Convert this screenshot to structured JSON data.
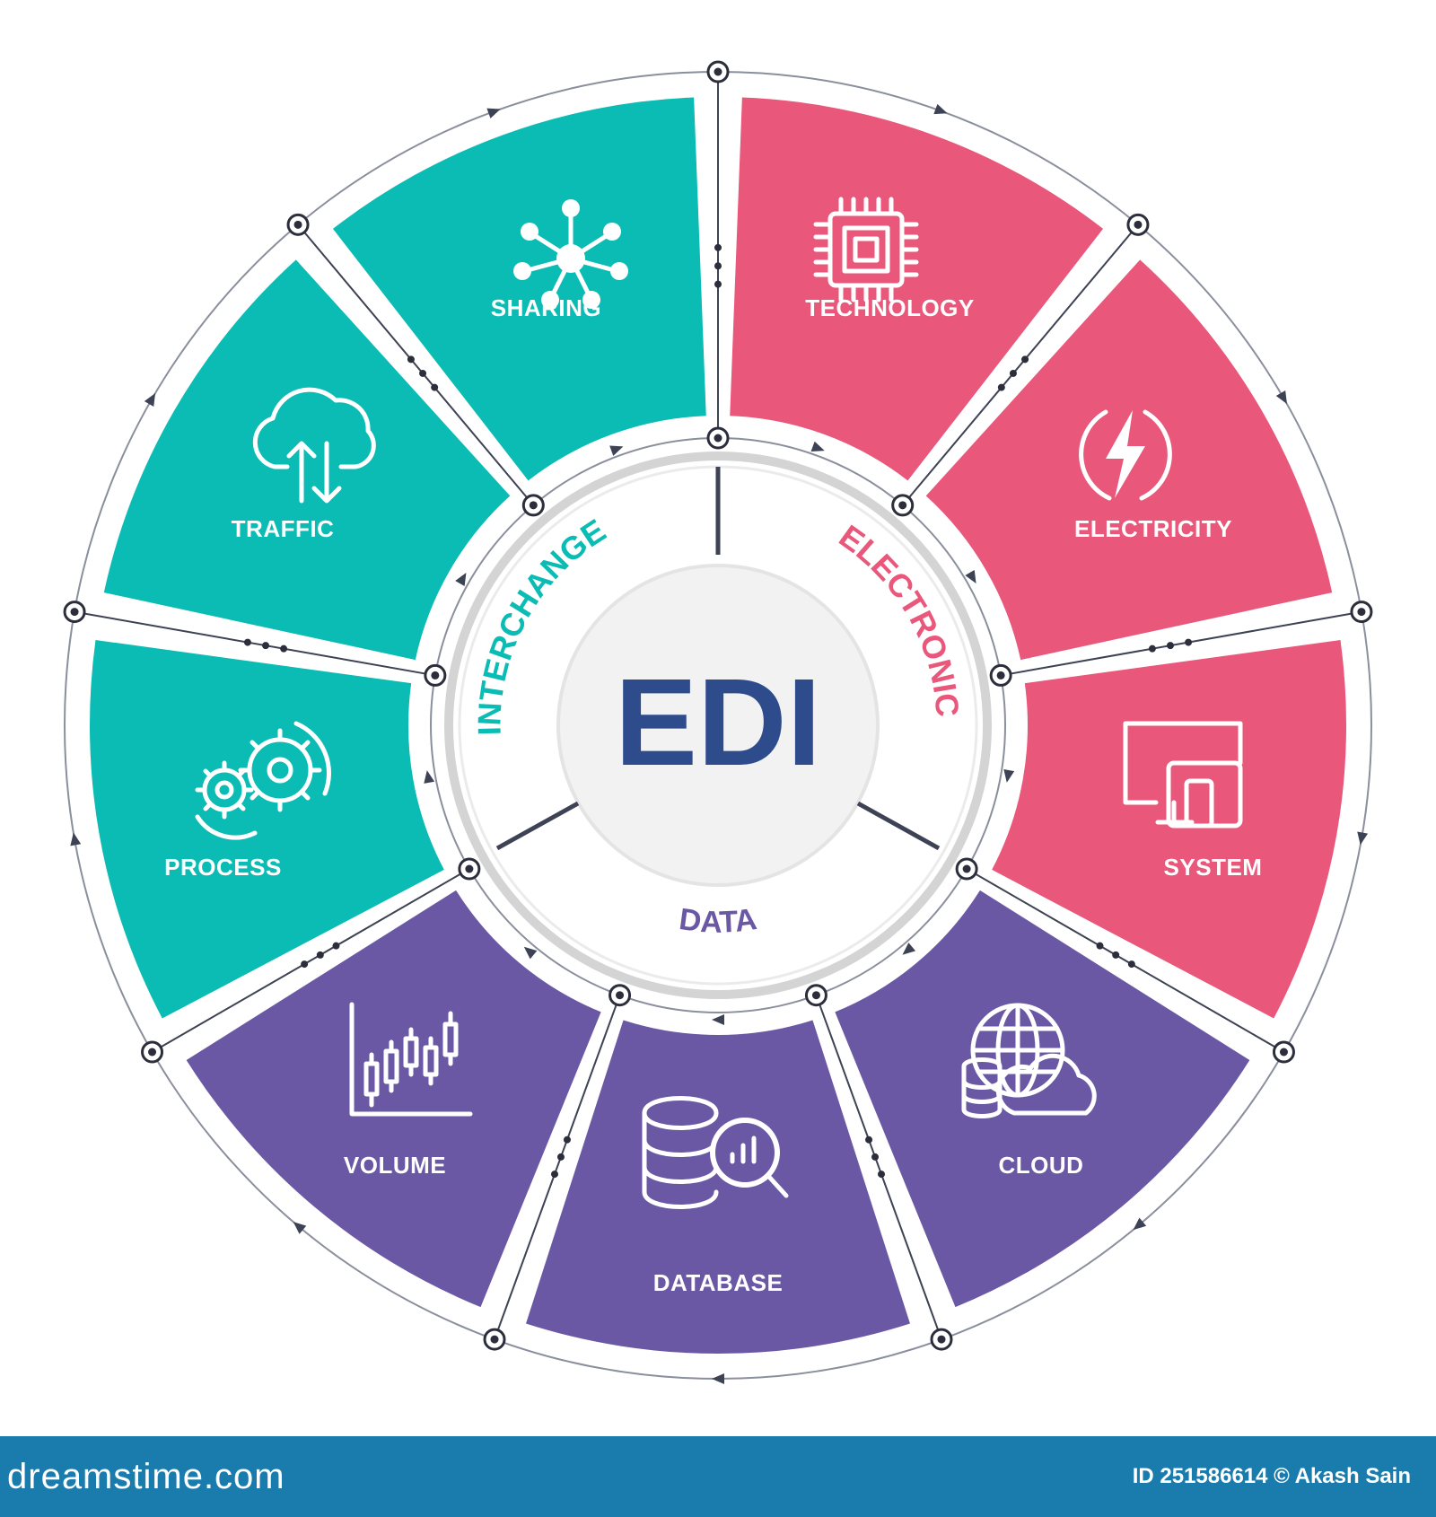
{
  "center": {
    "title": "EDI",
    "words": [
      "ELECTRONIC",
      "DATA",
      "INTERCHANGE"
    ]
  },
  "segments": [
    {
      "label": "TECHNOLOGY",
      "icon": "chip-icon"
    },
    {
      "label": "ELECTRICITY",
      "icon": "lightning-icon"
    },
    {
      "label": "SYSTEM",
      "icon": "devices-icon"
    },
    {
      "label": "CLOUD",
      "icon": "cloud-globe-icon"
    },
    {
      "label": "DATABASE",
      "icon": "database-search-icon"
    },
    {
      "label": "VOLUME",
      "icon": "candlestick-chart-icon"
    },
    {
      "label": "PROCESS",
      "icon": "gears-icon"
    },
    {
      "label": "TRAFFIC",
      "icon": "cloud-transfer-icon"
    },
    {
      "label": "SHARING",
      "icon": "network-icon"
    }
  ],
  "colors": {
    "electronic": "#e9577a",
    "data": "#6b58a4",
    "interchange": "#0bbcb4",
    "title": "#2e4c8c",
    "ring": "#c9c9c9",
    "line": "#3d4254"
  },
  "footer": {
    "logo": "dreamstime.com",
    "credit": "ID 251586614 © Akash Sain"
  }
}
